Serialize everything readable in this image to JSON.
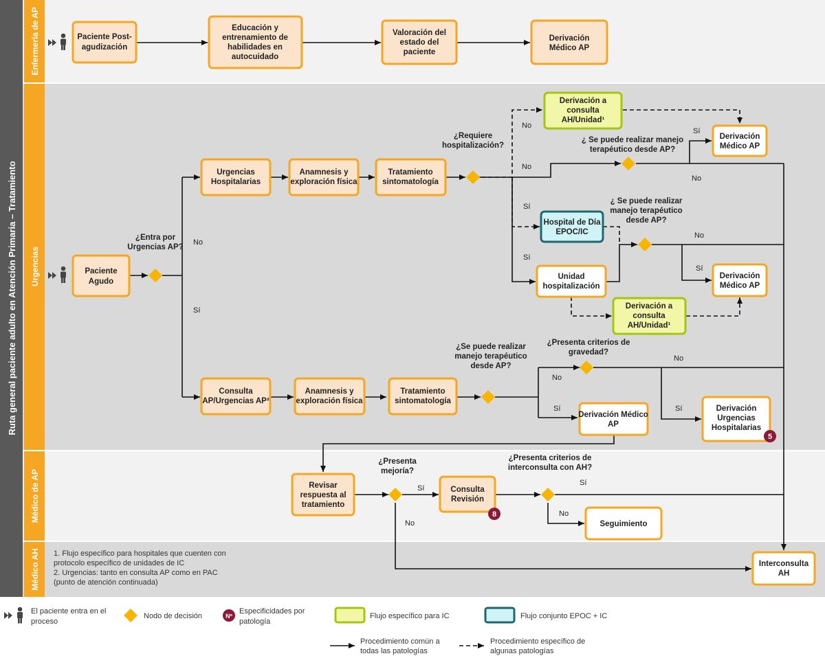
{
  "main_title": "Ruta general paciente adulto en Atención Primaria – Tratamiento",
  "lanes": [
    {
      "id": "enf",
      "label": "Enfermería de AP"
    },
    {
      "id": "urg",
      "label": "Urgencias"
    },
    {
      "id": "med",
      "label": "Médico de AP"
    },
    {
      "id": "ah",
      "label": "Médico AH"
    }
  ],
  "nodes": {
    "paciente_post": [
      "Paciente Post-",
      "agudización"
    ],
    "educacion": [
      "Educación y",
      "entrenamiento de",
      "habilidades en",
      "autocuidado"
    ],
    "valoracion": [
      "Valoración del",
      "estado del",
      "paciente"
    ],
    "deriv_med_ap_enf": [
      "Derivación",
      "Médico AP"
    ],
    "paciente_agudo": [
      "Paciente",
      "Agudo"
    ],
    "urg_hosp": [
      "Urgencias",
      "Hospitalarias"
    ],
    "anamnesis_1": [
      "Anamnesis y",
      "exploración física"
    ],
    "trat_1": [
      "Tratamiento",
      "sintomatología"
    ],
    "deriv_consulta_1": [
      "Derivación a",
      "consulta",
      "AH/Unidad¹"
    ],
    "deriv_med_ap_1": [
      "Derivación",
      "Médico AP"
    ],
    "hosp_dia": [
      "Hospital de Día",
      "EPOC/IC"
    ],
    "unidad_hosp": [
      "Unidad",
      "hospitalización"
    ],
    "deriv_med_ap_2": [
      "Derivación",
      "Médico AP"
    ],
    "deriv_consulta_2": [
      "Derivación a",
      "consulta",
      "AH/Unidad¹"
    ],
    "consulta_ap": [
      "Consulta",
      "AP/Urgencias AP²"
    ],
    "anamnesis_2": [
      "Anamnesis y",
      "exploración física"
    ],
    "trat_2": [
      "Tratamiento",
      "sintomatología"
    ],
    "deriv_med_ap_3": [
      "Derivación Médico",
      "AP"
    ],
    "deriv_urg_hosp": [
      "Derivación",
      "Urgencias",
      "Hospitalarias"
    ],
    "revisar": [
      "Revisar",
      "respuesta al",
      "tratamiento"
    ],
    "consulta_revision": [
      "Consulta",
      "Revisión"
    ],
    "seguimiento": [
      "Seguimiento"
    ],
    "interconsulta": [
      "Interconsulta",
      "AH"
    ]
  },
  "questions": {
    "q_entra": [
      "¿Entra por",
      "Urgencias AP?"
    ],
    "q_hosp": [
      "¿Requiere",
      "hospitalización?"
    ],
    "q_manejo_1": [
      "¿ Se puede realizar manejo",
      "terapéutico desde AP?"
    ],
    "q_manejo_2": [
      "¿ Se puede realizar",
      "manejo terapéutico",
      "desde AP?"
    ],
    "q_manejo_3": [
      "¿Se puede realizar",
      "manejo terapéutico",
      "desde AP?"
    ],
    "q_gravedad": [
      "¿Presenta criterios de",
      "gravedad?"
    ],
    "q_mejoria": [
      "¿Presenta",
      "mejoría?"
    ],
    "q_interconsulta": [
      "¿Presenta criterios de",
      "interconsulta con AH?"
    ]
  },
  "labels": {
    "no": "No",
    "si": "Sí"
  },
  "badges": {
    "b5": "5",
    "b8": "8"
  },
  "notes": [
    "1.  Flujo específico para hospitales que cuenten con",
    "     protocolo específico de unidades de IC",
    "2.  Urgencias: tanto en consulta AP como en PAC",
    "     (punto de atención continuada)"
  ],
  "legend": {
    "entry": [
      "El paciente entra en el",
      "proceso"
    ],
    "decision": "Nodo de decisión",
    "specific": [
      "Especificidades por",
      "patología"
    ],
    "specific_badge": "Nº",
    "ic_flow": "Flujo específico para IC",
    "joint_flow": "Flujo conjunto EPOC + IC",
    "common": [
      "Procedimiento común a",
      "todas las patologías"
    ],
    "some": [
      "Procedimiento específico de",
      "algunas patologías"
    ]
  },
  "colors": {
    "orange": "#F5A623",
    "peach": "#FCE4CC",
    "lime_fill": "#F2F7A8",
    "lime_border": "#A5C414",
    "teal_fill": "#CFF3F6",
    "teal_border": "#1E6670",
    "dark": "#595959",
    "badge": "#8B1A3A",
    "diamond": "#F7B500"
  }
}
